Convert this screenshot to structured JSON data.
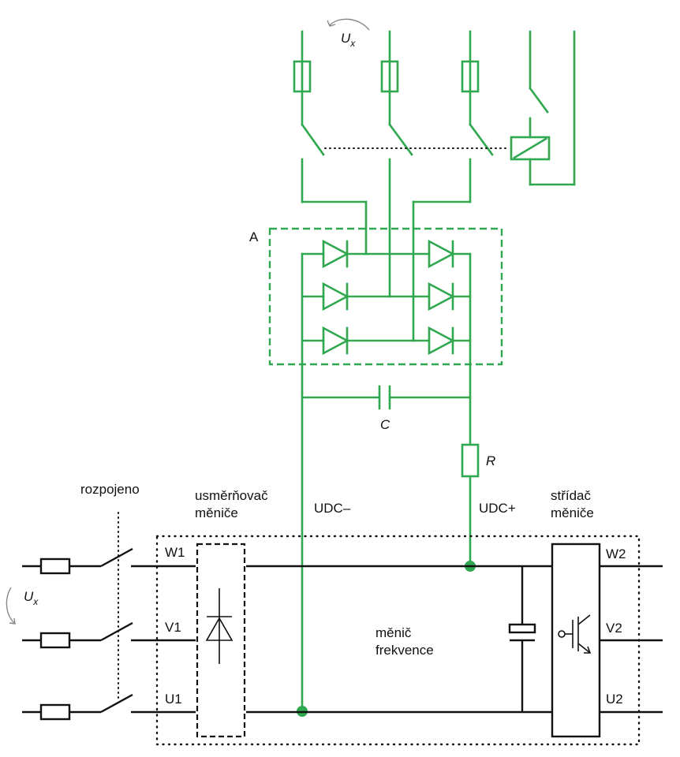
{
  "labels": {
    "ux_top": "U",
    "ux_top_sub": "x",
    "ux_left": "U",
    "ux_left_sub": "x",
    "block_a": "A",
    "capacitor_c": "C",
    "resistor_r": "R",
    "rozpojeno": "rozpojeno",
    "rectifier_line1": "usměrňovač",
    "rectifier_line2": "měniče",
    "udc_minus": "UDC–",
    "udc_plus": "UDC+",
    "inverter_line1": "střídač",
    "inverter_line2": "měniče",
    "w1": "W1",
    "v1": "V1",
    "u1": "U1",
    "w2": "W2",
    "v2": "V2",
    "u2": "U2",
    "converter_line1": "měnič",
    "converter_line2": "frekvence"
  },
  "colors": {
    "green": "#2fa84f",
    "black": "#111111"
  }
}
